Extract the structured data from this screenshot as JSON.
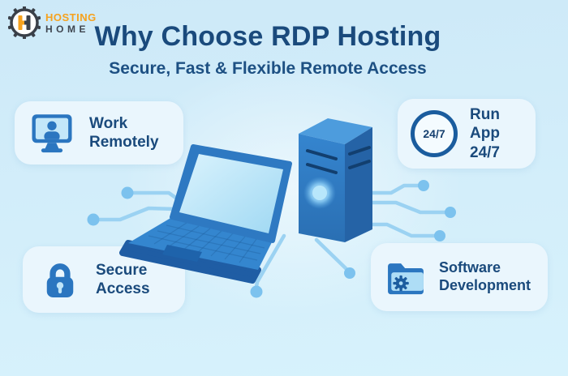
{
  "brand": {
    "name_line1": "HOSTING",
    "name_line2": "HOME",
    "monogram": "H"
  },
  "header": {
    "title": "Why Choose RDP Hosting",
    "subtitle": "Secure, Fast & Flexible Remote Access"
  },
  "features": [
    {
      "label": "Work\nRemotely",
      "icon": "monitor-user-icon"
    },
    {
      "label": "Run\nApp\n24/7",
      "icon": "badge-24-7-icon",
      "badge": "24/7"
    },
    {
      "label": "Secure\nAccess",
      "icon": "padlock-icon"
    },
    {
      "label": "Software\nDevelopment",
      "icon": "folder-gear-icon"
    }
  ],
  "illustration": {
    "objects": [
      "laptop",
      "server-tower",
      "circuit-traces"
    ]
  },
  "colors": {
    "background": "#d3eefa",
    "card": "#eaf6fd",
    "title_navy": "#1a4a7c",
    "icon_blue": "#2b76c0",
    "icon_light": "#c3e7f9",
    "circuit_line": "#9bd2f2",
    "circuit_dot": "#7cc2ee",
    "logo_orange": "#f6a21e",
    "logo_dark": "#3a4049"
  }
}
